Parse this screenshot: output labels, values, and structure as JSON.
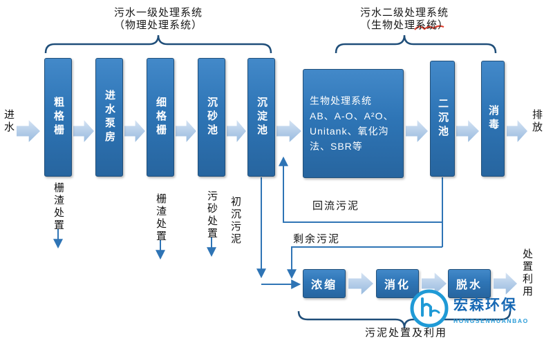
{
  "colors": {
    "box_blue": "#2e75b6",
    "box_border": "#1f4e79",
    "arrow_fill": "#b9d0ea",
    "line_blue": "#2e74b5",
    "brace_blue": "#1f4e79",
    "logo_blue": "#1668b4",
    "logo_light_blue": "#1f9ad6",
    "mark_red": "#e0402f"
  },
  "headers": {
    "primary_line1": "污水一级处理系统",
    "primary_line2": "（物理处理系统）",
    "secondary_line1": "污水二级处理系统",
    "secondary_line2": "（生物处理系统）"
  },
  "flow": {
    "influent": "进水",
    "discharge": "排放",
    "stages": [
      {
        "label": "粗格栅"
      },
      {
        "label": "进水泵房"
      },
      {
        "label": "细格栅"
      },
      {
        "label": "沉砂池"
      },
      {
        "label": "沉淀池"
      },
      {
        "label": "二沉池"
      },
      {
        "label": "消毒"
      }
    ],
    "bio_box": {
      "line1": "生物处理系统",
      "line2": "AB、A-O、A²O、",
      "line3": "Unitank、氧化沟",
      "line4": "法、SBR等"
    }
  },
  "disposal": {
    "coarse_screen": "栅渣处置",
    "fine_screen": "栅渣处置",
    "grit": "污砂处置",
    "primary_sludge": "初沉污泥"
  },
  "sludge": {
    "return_label": "回流污泥",
    "excess_label": "剩余污泥",
    "thicken": "浓缩",
    "digest": "消化",
    "dewater": "脱水",
    "output": "处置利用",
    "caption": "污泥处置及利用"
  },
  "logo": {
    "name": "宏森环保",
    "subtitle": "HONGSENHUANBAO"
  }
}
